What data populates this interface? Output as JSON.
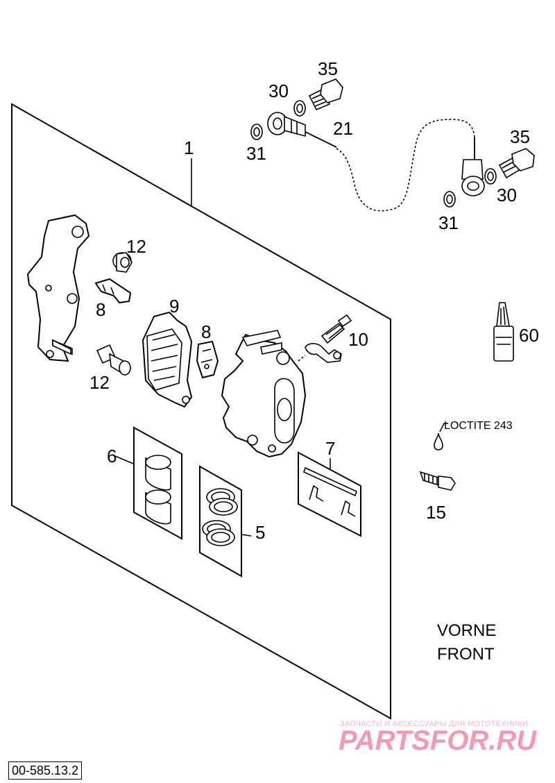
{
  "callouts": {
    "c1": "1",
    "c21": "21",
    "c35a": "35",
    "c30a": "30",
    "c31a": "31",
    "c35b": "35",
    "c30b": "30",
    "c31b": "31",
    "c12a": "12",
    "c8a": "8",
    "c9": "9",
    "c8b": "8",
    "c10": "10",
    "c12b": "12",
    "c60": "60",
    "c6": "6",
    "c5": "5",
    "c7": "7",
    "c15": "15"
  },
  "loctite_label": "LOCTITE 243",
  "caption_line1": "VORNE",
  "caption_line2": "FRONT",
  "diagram_code": "00-585.13.2",
  "watermark": {
    "tagline": "ЗАПЧАСТИ И АКСЕССУАРЫ ДЛЯ МОТОТЕХНИКИ",
    "brand": "PARTSFOR.RU",
    "color": "#f49ab0"
  }
}
